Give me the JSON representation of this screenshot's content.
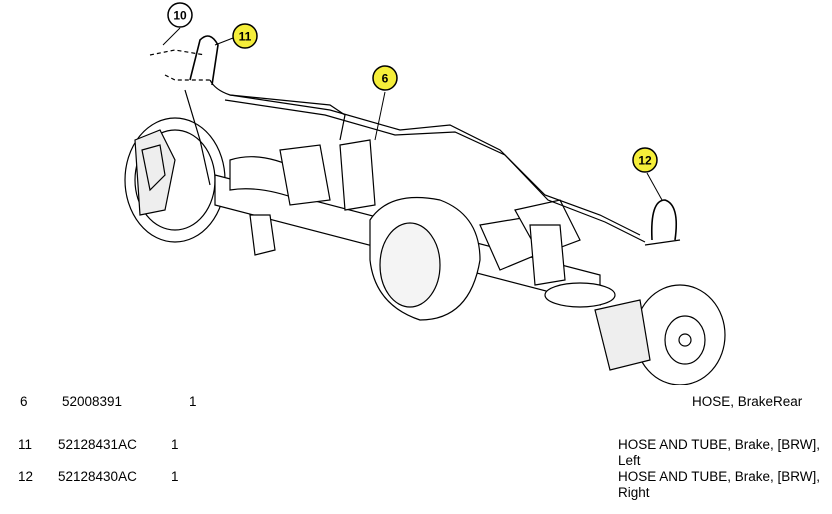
{
  "diagram": {
    "callouts": [
      {
        "label": "10",
        "color": "#ffffff"
      },
      {
        "label": "11",
        "color": "#f5ee3a"
      },
      {
        "label": "6",
        "color": "#f5ee3a"
      },
      {
        "label": "12",
        "color": "#f5ee3a"
      }
    ]
  },
  "parts": [
    {
      "ref": "6",
      "part_number": "52008391",
      "qty": "1",
      "description": "HOSE, BrakeRear"
    },
    {
      "ref": "11",
      "part_number": "52128431AC",
      "qty": "1",
      "description": "HOSE AND TUBE, Brake, [BRW], Left"
    },
    {
      "ref": "12",
      "part_number": "52128430AC",
      "qty": "1",
      "description": "HOSE AND TUBE, Brake, [BRW], Right"
    }
  ]
}
